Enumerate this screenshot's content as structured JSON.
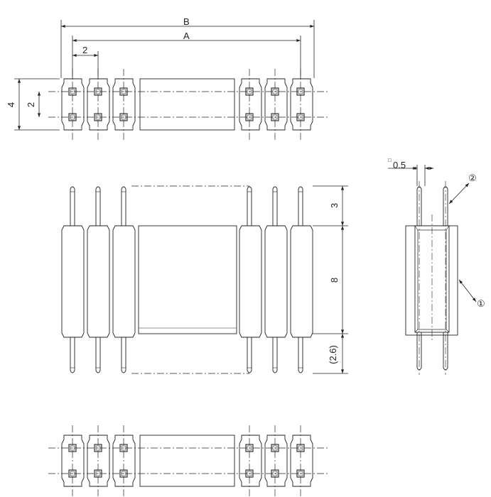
{
  "dimensions": {
    "B": "B",
    "A": "A",
    "pitch_h": "2",
    "height_4": "4",
    "pitch_v": "2",
    "pin_top": "3",
    "housing": "8",
    "pin_bottom": "(2.6)",
    "pin_square": "0.5",
    "pin_square_symbol": "□"
  },
  "callouts": {
    "housing": "①",
    "pin": "②"
  },
  "colors": {
    "line": "#222222"
  }
}
